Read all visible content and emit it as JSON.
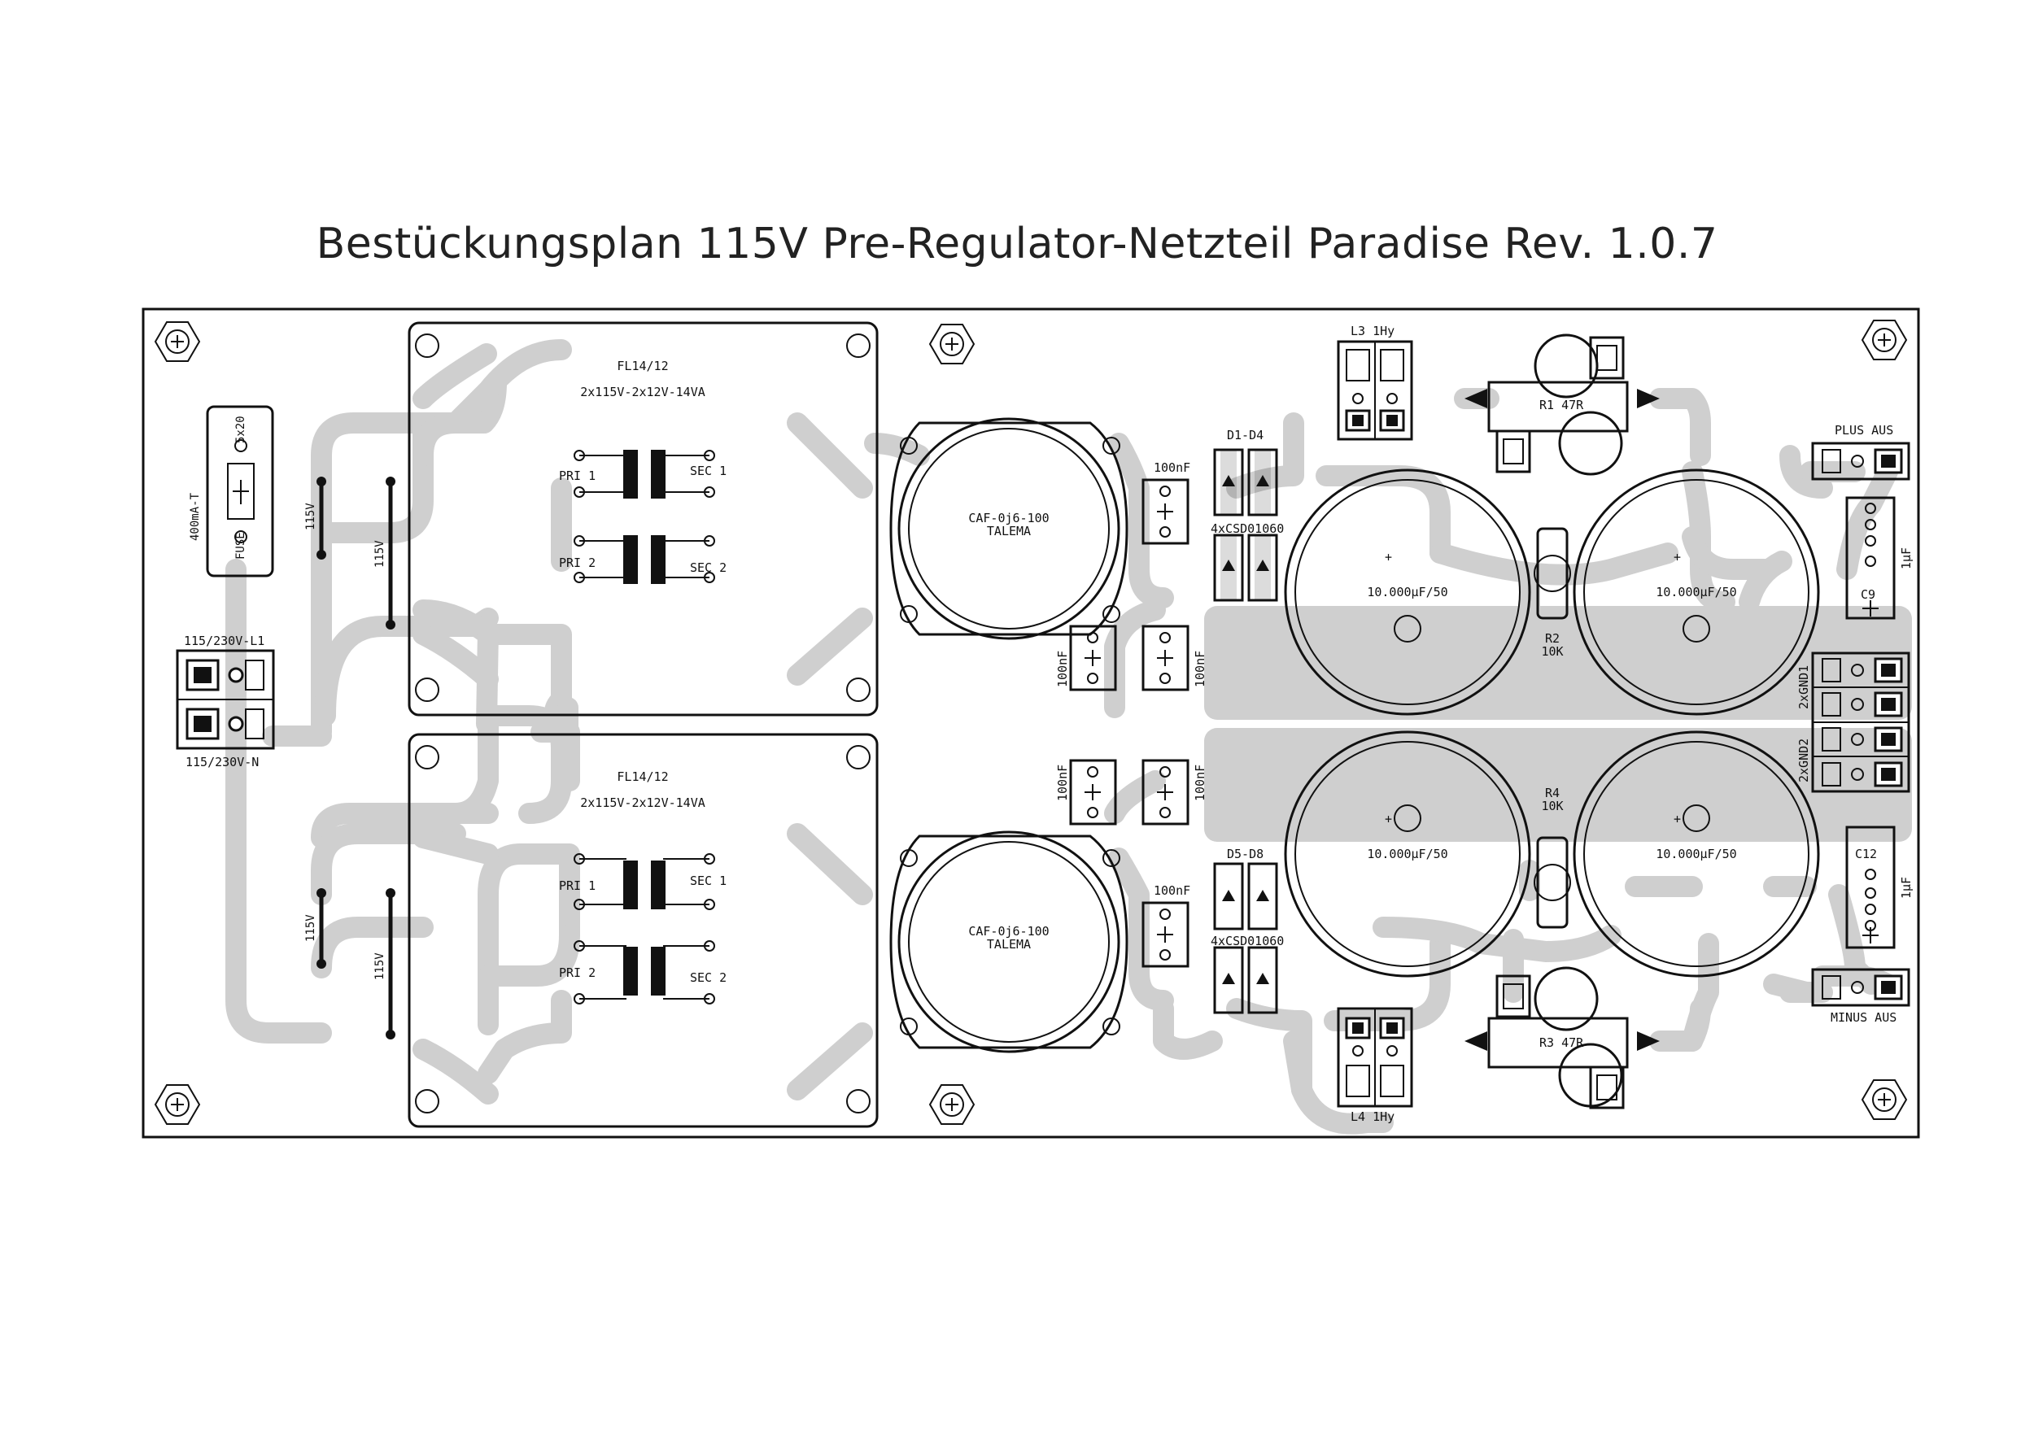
{
  "title": "Bestückungsplan 115V  Pre-Regulator-Netzteil Paradise Rev. 1.0.7",
  "fuse": {
    "rating": "400mA-T",
    "size": "5x20",
    "name": "FUSE"
  },
  "mains": {
    "l1": "115/230V-L1",
    "n": "115/230V-N"
  },
  "jumpers": {
    "label": "115V"
  },
  "transformers": [
    {
      "model": "FL14/12",
      "spec": "2x115V-2x12V-14VA",
      "pri1": "PRI 1",
      "pri2": "PRI 2",
      "sec1": "SEC 1",
      "sec2": "SEC 2"
    },
    {
      "model": "FL14/12",
      "spec": "2x115V-2x12V-14VA",
      "pri1": "PRI 1",
      "pri2": "PRI 2",
      "sec1": "SEC 1",
      "sec2": "SEC 2"
    }
  ],
  "toroids": [
    {
      "model": "CAF-0j6-100",
      "maker": "TALEMA"
    },
    {
      "model": "CAF-0j6-100",
      "maker": "TALEMA"
    }
  ],
  "caps_small": {
    "value": "100nF"
  },
  "diodes": {
    "group1": "D1-D4",
    "group2": "D5-D8",
    "type": "4xCSD01060"
  },
  "elcaps": {
    "value": "10.000µF/50",
    "plus": "+"
  },
  "resistors": {
    "r2": "R2",
    "r2v": "10K",
    "r4": "R4",
    "r4v": "10K",
    "r1": "R1 47R",
    "r3": "R3 47R"
  },
  "inductors": {
    "l3": "L3 1Hy",
    "l4": "L4 1Hy"
  },
  "outputs": {
    "plus": "PLUS AUS",
    "minus": "MINUS AUS",
    "gnd1": "2xGND1",
    "gnd2": "2xGND2",
    "c9": "C9",
    "c12": "C12",
    "c_value": "1µF"
  }
}
